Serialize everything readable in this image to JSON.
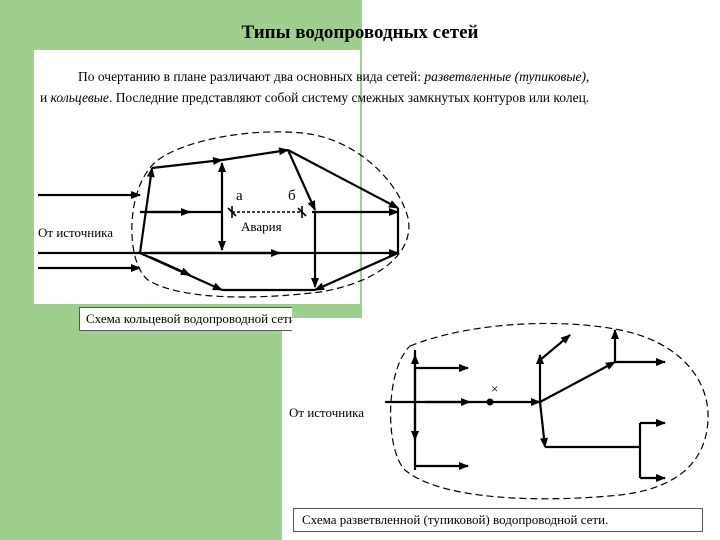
{
  "title": "Типы водопроводных сетей",
  "intro": {
    "part1": "По очертанию в плане различают два основных вида сетей: ",
    "branched_term": "разветвленные (тупиковые)",
    "part2": ",",
    "part3": "и ",
    "ring_term": "кольцевые",
    "part4": ". Последние представляют собой систему смежных замкнутых контуров или колец."
  },
  "ring_scheme": {
    "source_label": "От источника",
    "label_a": "а",
    "label_b": "б",
    "accident_label": "Авария",
    "caption": "Схема кольцевой водопроводной сети."
  },
  "branched_scheme": {
    "source_label": "От источника",
    "break_mark": "×",
    "caption": "Схема разветвленной (тупиковой) водопроводной сети."
  },
  "colors": {
    "side_background": "#9fcf8e",
    "line": "#000000"
  }
}
